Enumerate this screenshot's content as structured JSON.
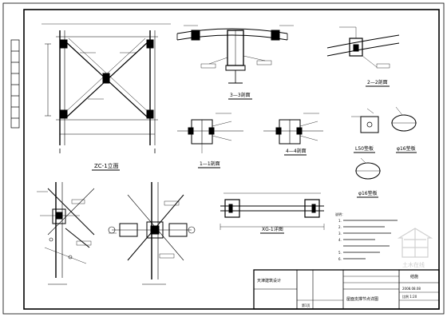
{
  "sheet": {
    "views": {
      "elevation": {
        "title": "ZC-1立面"
      },
      "section_33": {
        "title": "3—3剖面"
      },
      "section_22": {
        "title": "2—2剖面"
      },
      "section_11": {
        "title": "1—1剖面"
      },
      "section_44": {
        "title": "4—4剖面"
      },
      "plate_a": {
        "title": "L50垫板"
      },
      "plate_b": {
        "title": "φ16垫板"
      },
      "plate_c": {
        "title": "φ16垫板"
      },
      "xg": {
        "title": "XG-1详图"
      }
    },
    "notes": {
      "lines": [
        "说明：",
        "1.",
        "2.",
        "3.",
        "4.",
        "",
        "5.",
        "6."
      ]
    },
    "title_block": {
      "company": "天津建筑设计",
      "drawing_title": "屋面支撑节点详图",
      "sheet_no": "结施",
      "date": "2008.08.08",
      "scale": "比例 1:20",
      "page": "第1页"
    },
    "watermark": "土木在线"
  }
}
